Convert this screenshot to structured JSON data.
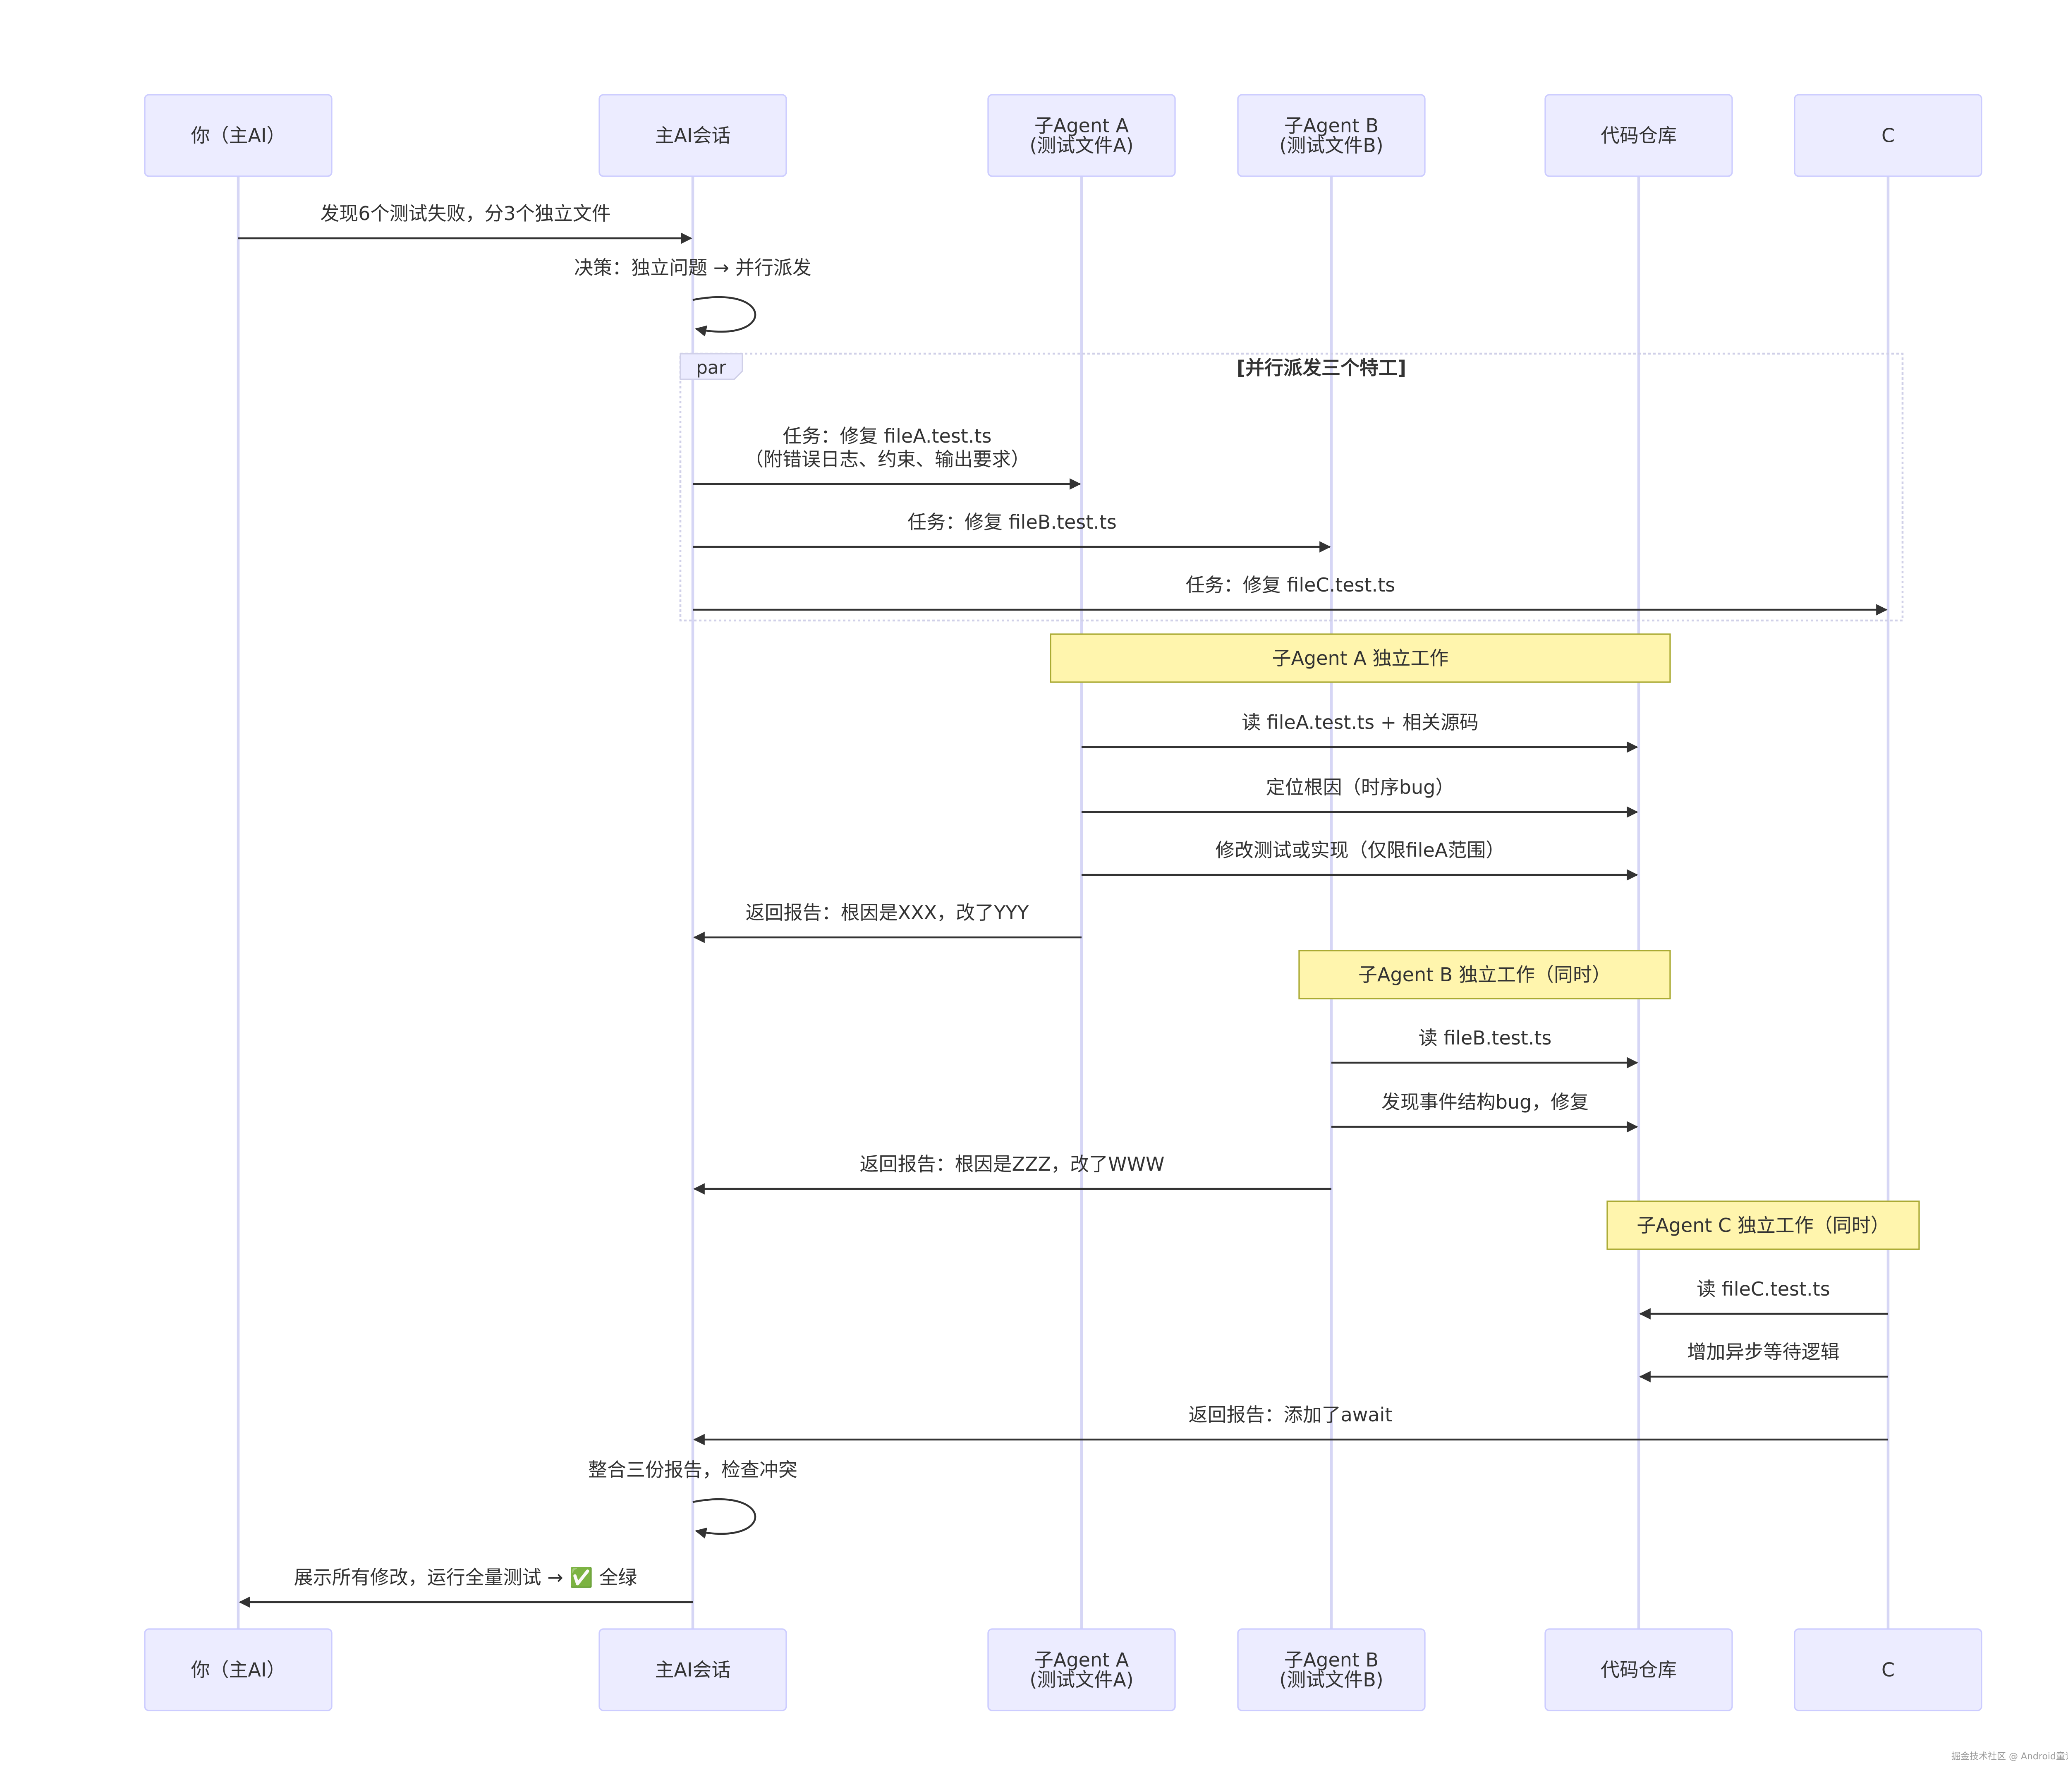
{
  "participants": [
    {
      "id": "you",
      "lines": [
        "你（主AI）"
      ]
    },
    {
      "id": "main",
      "lines": [
        "主AI会话"
      ]
    },
    {
      "id": "agentA",
      "lines": [
        "子Agent A",
        "(测试文件A)"
      ]
    },
    {
      "id": "agentB",
      "lines": [
        "子Agent B",
        "(测试文件B)"
      ]
    },
    {
      "id": "repo",
      "lines": [
        "代码仓库"
      ]
    },
    {
      "id": "c",
      "lines": [
        "C"
      ]
    }
  ],
  "messages": [
    {
      "from": "you",
      "to": "main",
      "lines": [
        "发现6个测试失败，分3个独立文件"
      ]
    },
    {
      "from": "main",
      "to": "main",
      "lines": [
        "决策：独立问题 → 并行派发"
      ]
    },
    {
      "from": "main",
      "to": "agentA",
      "lines": [
        "任务：修复 fileA.test.ts",
        "（附错误日志、约束、输出要求）"
      ]
    },
    {
      "from": "main",
      "to": "agentB",
      "lines": [
        "任务：修复 fileB.test.ts"
      ]
    },
    {
      "from": "main",
      "to": "c",
      "lines": [
        "任务：修复 fileC.test.ts"
      ]
    },
    {
      "from": "agentA",
      "to": "repo",
      "lines": [
        "读 fileA.test.ts + 相关源码"
      ]
    },
    {
      "from": "agentA",
      "to": "repo",
      "lines": [
        "定位根因（时序bug）"
      ]
    },
    {
      "from": "agentA",
      "to": "repo",
      "lines": [
        "修改测试或实现（仅限fileA范围）"
      ]
    },
    {
      "from": "agentA",
      "to": "main",
      "lines": [
        "返回报告：根因是XXX，改了YYY"
      ]
    },
    {
      "from": "agentB",
      "to": "repo",
      "lines": [
        "读 fileB.test.ts"
      ]
    },
    {
      "from": "agentB",
      "to": "repo",
      "lines": [
        "发现事件结构bug，修复"
      ]
    },
    {
      "from": "agentB",
      "to": "main",
      "lines": [
        "返回报告：根因是ZZZ，改了WWW"
      ]
    },
    {
      "from": "c",
      "to": "repo",
      "lines": [
        "读 fileC.test.ts"
      ]
    },
    {
      "from": "c",
      "to": "repo",
      "lines": [
        "增加异步等待逻辑"
      ]
    },
    {
      "from": "c",
      "to": "main",
      "lines": [
        "返回报告：添加了await"
      ]
    },
    {
      "from": "main",
      "to": "main",
      "lines": [
        "整合三份报告，检查冲突"
      ]
    },
    {
      "from": "main",
      "to": "you",
      "lines": [
        "展示所有修改，运行全量测试 → ✅ 全绿"
      ]
    }
  ],
  "notes": [
    {
      "over": [
        "agentA",
        "repo"
      ],
      "text": "子Agent A 独立工作"
    },
    {
      "over": [
        "agentB",
        "repo"
      ],
      "text": "子Agent B 独立工作（同时）"
    },
    {
      "over": [
        "repo",
        "c"
      ],
      "text": "子Agent C 独立工作（同时）"
    }
  ],
  "frame": {
    "tag": "par",
    "label": "[并行派发三个特工]"
  },
  "watermark": "掘金技术社区 @ Android童话镇",
  "colors": {
    "actor_fill": "#ECECFF",
    "actor_stroke": "#CCCCFF",
    "lifeline": "#D6D6F5",
    "message": "#333333",
    "note_fill": "#FFF5AD",
    "note_stroke": "#AAAA33",
    "check_green": "#2DB84C"
  }
}
